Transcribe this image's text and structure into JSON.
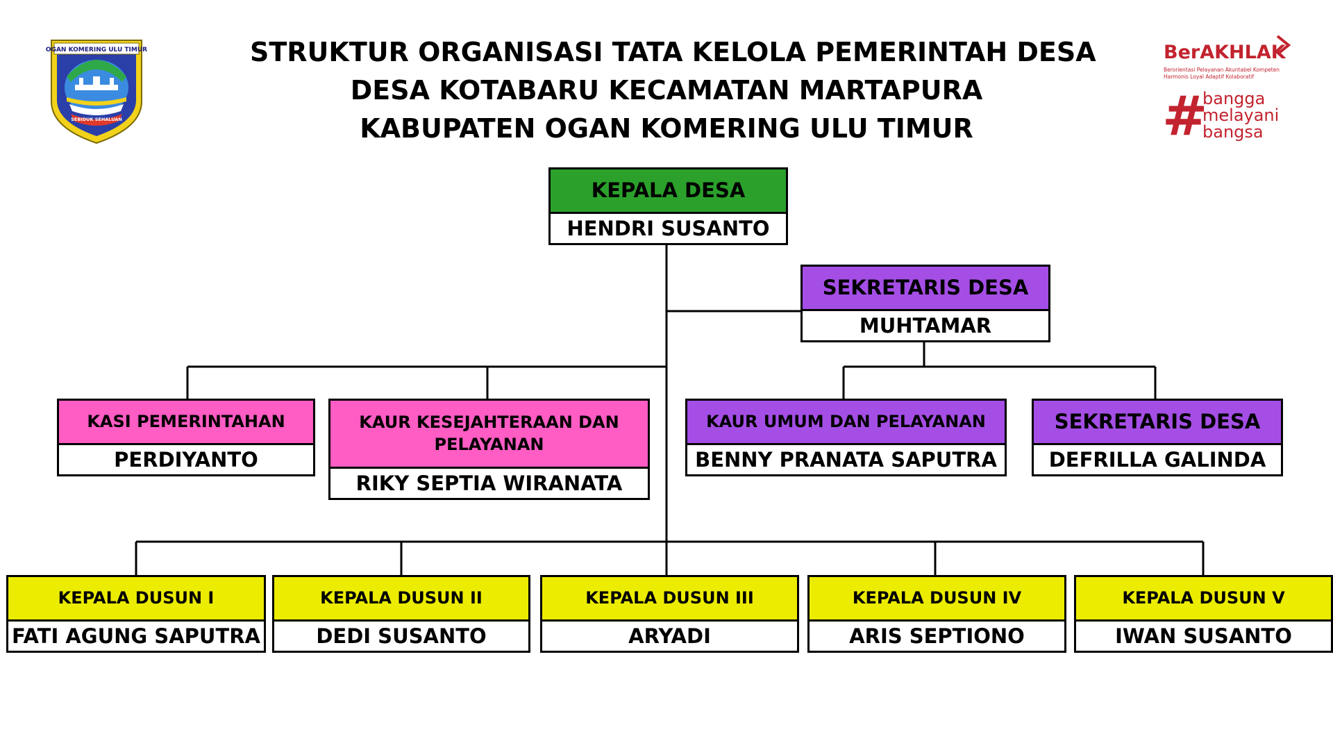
{
  "title": {
    "line1": "STRUKTUR ORGANISASI TATA KELOLA PEMERINTAH DESA",
    "line2": "DESA KOTABARU KECAMATAN MARTAPURA",
    "line3": "KABUPATEN OGAN KOMERING ULU TIMUR"
  },
  "logo_left": {
    "top_text": "OGAN KOMERING ULU TIMUR",
    "bottom_text": "SEBIDUK SEHALUAN",
    "icon": "okut-regency-emblem-icon"
  },
  "logo_right": {
    "brand": "BerAKHLAK",
    "brand_sub_1": "Berorientasi Pelayanan Akuntabel Kompeten",
    "brand_sub_2": "Harmonis Loyal Adaptif Kolaboratif",
    "hash": "#",
    "tagline_1": "bangga",
    "tagline_2": "melayani",
    "tagline_3": "bangsa",
    "icon": "berakhlak-logo-icon"
  },
  "colors": {
    "green": "#2ba12b",
    "purple": "#a44ee6",
    "pink": "#ff5cc4",
    "yellow": "#ecec00",
    "brand_red": "#c2232e"
  },
  "org": {
    "kepala_desa": {
      "role": "KEPALA DESA",
      "name": "HENDRI SUSANTO"
    },
    "sekretaris_desa": {
      "role": "SEKRETARIS DESA",
      "name": "MUHTAMAR"
    },
    "kasi_pemerintahan": {
      "role": "KASI PEMERINTAHAN",
      "name": "PERDIYANTO"
    },
    "kaur_kesejahteraan": {
      "role": "KAUR KESEJAHTERAAN DAN PELAYANAN",
      "name": "RIKY SEPTIA WIRANATA"
    },
    "kaur_umum": {
      "role": "KAUR UMUM DAN PELAYANAN",
      "name": "BENNY PRANATA SAPUTRA"
    },
    "sekretaris_desa_2": {
      "role": "SEKRETARIS DESA",
      "name": "DEFRILLA GALINDA"
    },
    "dusun": [
      {
        "role": "KEPALA DUSUN I",
        "name": "FATI AGUNG SAPUTRA"
      },
      {
        "role": "KEPALA DUSUN II",
        "name": "DEDI SUSANTO"
      },
      {
        "role": "KEPALA DUSUN III",
        "name": "ARYADI"
      },
      {
        "role": "KEPALA DUSUN IV",
        "name": "ARIS SEPTIONO"
      },
      {
        "role": "KEPALA DUSUN V",
        "name": "IWAN SUSANTO"
      }
    ]
  }
}
